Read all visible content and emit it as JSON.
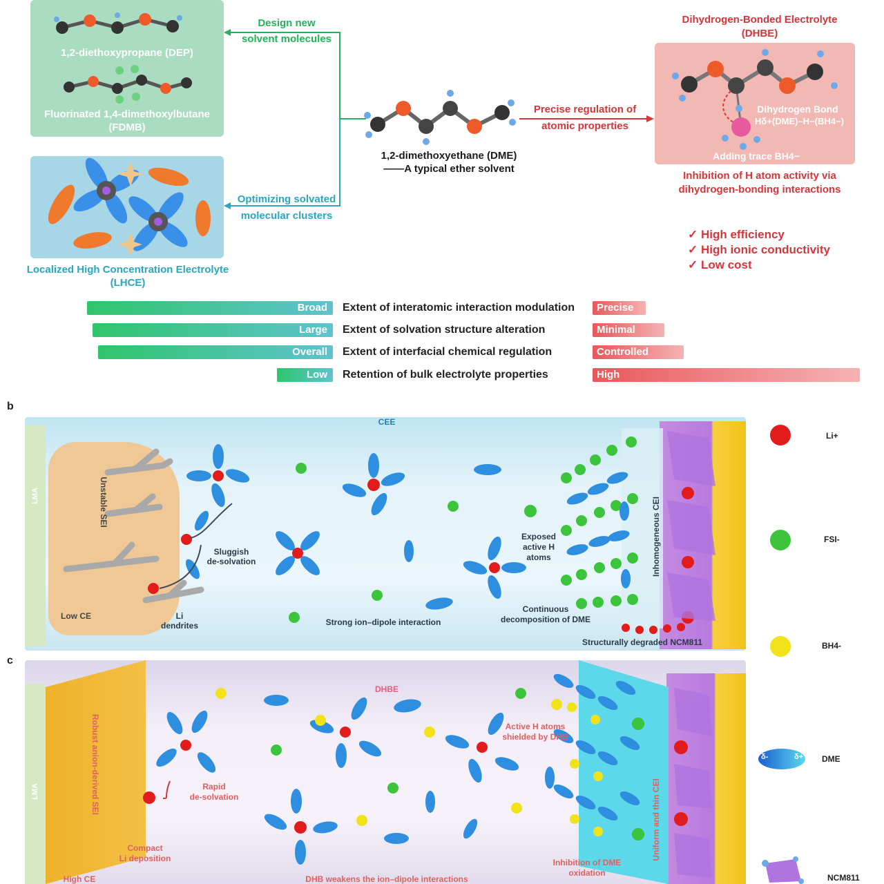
{
  "top": {
    "dep_label": "1,2-diethoxypropane (DEP)",
    "fdmb_label_1": "Fluorinated 1,4-dimethoxylbutane",
    "fdmb_label_2": "(FDMB)",
    "design_1": "Design new",
    "design_2": "solvent molecules",
    "optimizing_1": "Optimizing solvated",
    "optimizing_2": "molecular clusters",
    "lhce_1": "Localized High Concentration Electrolyte",
    "lhce_2": "(LHCE)",
    "dme_1": "1,2-dimethoxyethane (DME)",
    "dme_2": "——A typical ether solvent",
    "precise_1": "Precise regulation of",
    "precise_2": "atomic properties",
    "dhbe_title_1": "Dihydrogen-Bonded Electrolyte",
    "dhbe_title_2": "(DHBE)",
    "dihydrogen_bond": "Dihydrogen Bond",
    "dihydrogen_formula": "Hδ+(DME)–H−(BH4−)",
    "adding_trace": "Adding trace BH4−",
    "inhibition_1": "Inhibition of H atom activity via",
    "inhibition_2": "dihydrogen-bonding interactions",
    "benefits": [
      "✓ High efficiency",
      "✓ High ionic conductivity",
      "✓ Low cost"
    ]
  },
  "comparison": [
    {
      "left": "Broad",
      "left_fraction": 0.88,
      "label": "Extent of interatomic interaction modulation",
      "right": "Precise",
      "right_fraction": 0.2
    },
    {
      "left": "Large",
      "left_fraction": 0.86,
      "label": "Extent of solvation structure alteration",
      "right": "Minimal",
      "right_fraction": 0.27
    },
    {
      "left": "Overall",
      "left_fraction": 0.84,
      "label": "Extent of interfacial chemical regulation",
      "right": "Controlled",
      "right_fraction": 0.34
    },
    {
      "left": "Low",
      "left_fraction": 0.2,
      "label": "Retention of bulk electrolyte properties",
      "right": "High",
      "right_fraction": 1.0
    }
  ],
  "panel_b": {
    "letter": "b",
    "cee": "CEE",
    "lma": "LMA",
    "unstable_sei": "Unstable SEI",
    "low_ce": "Low CE",
    "li_dendrites_1": "Li",
    "li_dendrites_2": "dendrites",
    "sluggish_1": "Sluggish",
    "sluggish_2": "de-solvation",
    "strong": "Strong ion–dipole interaction",
    "exposed_1": "Exposed",
    "exposed_2": "active H",
    "exposed_3": "atoms",
    "continuous_1": "Continuous",
    "continuous_2": "decomposition of DME",
    "inhomogeneous": "Inhomogeneous CEI",
    "degraded": "Structurally degraded NCM811"
  },
  "panel_c": {
    "letter": "c",
    "dhbe": "DHBE",
    "lma": "LMA",
    "robust": "Robust anion-derived SEI",
    "rapid_1": "Rapid",
    "rapid_2": "de-solvation",
    "compact_1": "Compact",
    "compact_2": "Li deposition",
    "high_ce": "High CE",
    "shielded_1": "Active H atoms",
    "shielded_2": "shielded by DHB",
    "weakens": "DHB weakens the ion–dipole interactions",
    "inhibition_1": "Inhibition of DME",
    "inhibition_2": "oxidation",
    "uniform": "Uniform and thin CEI"
  },
  "legend": {
    "li": "Li+",
    "fsi": "FSI-",
    "bh4": "BH4-",
    "dme": "DME",
    "delta_minus": "δ-",
    "delta_plus": "δ+",
    "ncm": "NCM811"
  },
  "colors": {
    "green": "#22b35a",
    "teal": "#2aa6c0",
    "red": "#d8353a",
    "li": "#e21c1c",
    "fsi": "#3cc43c",
    "bh4": "#f2e21a",
    "dme": "#2e8fe0"
  }
}
